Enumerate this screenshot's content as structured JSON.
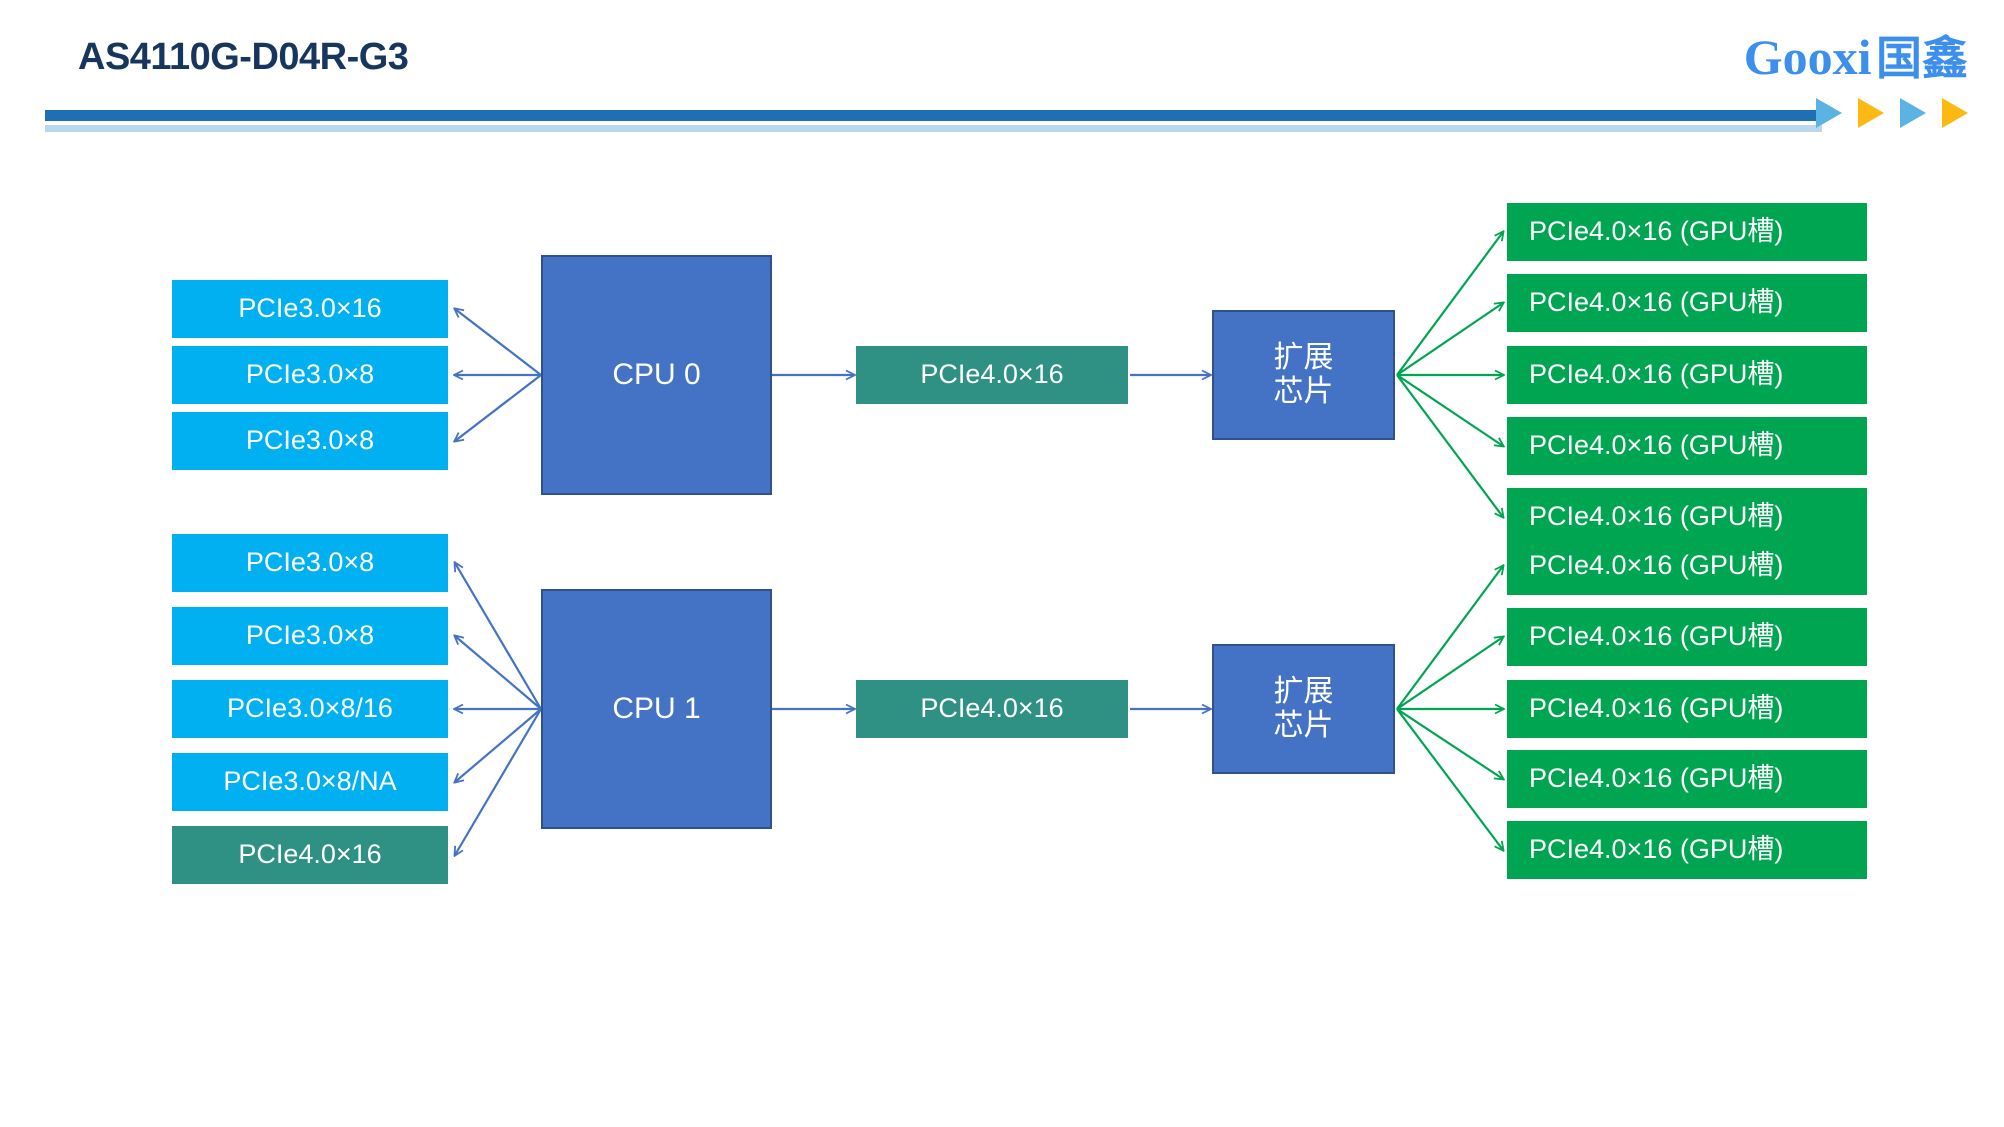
{
  "header": {
    "title": "AS4110G-D04R-G3",
    "logo_text": "Gooxi",
    "logo_cn": "国鑫",
    "accent_blue": "#1F6FB5",
    "accent_amber": "#FDB913",
    "arrows": [
      "blue",
      "amber",
      "blue",
      "amber"
    ]
  },
  "colors": {
    "cyan": "#00B0F0",
    "teal": "#2E9183",
    "green": "#00A551",
    "cpu_blue": "#4472C4",
    "cpu_border": "#2F528F",
    "arrow_blue": "#4472C4",
    "arrow_green": "#00A551",
    "title_navy": "#17365D"
  },
  "diagram": {
    "type": "block-diagram",
    "groups": [
      {
        "id": "cpu0-group",
        "cpu": {
          "label": "CPU 0"
        },
        "left_slots": [
          {
            "label": "PCIe3.0×16",
            "color": "cyan"
          },
          {
            "label": "PCIe3.0×8",
            "color": "cyan"
          },
          {
            "label": "PCIe3.0×8",
            "color": "cyan"
          }
        ],
        "uplink": {
          "label": "PCIe4.0×16",
          "color": "teal"
        },
        "switch": {
          "line1": "扩展",
          "line2": "芯片"
        },
        "gpu_slots": [
          {
            "label": "PCIe4.0×16 (GPU槽)",
            "color": "green"
          },
          {
            "label": "PCIe4.0×16 (GPU槽)",
            "color": "green"
          },
          {
            "label": "PCIe4.0×16 (GPU槽)",
            "color": "green"
          },
          {
            "label": "PCIe4.0×16 (GPU槽)",
            "color": "green"
          },
          {
            "label": "PCIe4.0×16 (GPU槽)",
            "color": "green"
          }
        ]
      },
      {
        "id": "cpu1-group",
        "cpu": {
          "label": "CPU 1"
        },
        "left_slots": [
          {
            "label": "PCIe3.0×8",
            "color": "cyan"
          },
          {
            "label": "PCIe3.0×8",
            "color": "cyan"
          },
          {
            "label": "PCIe3.0×8/16",
            "color": "cyan"
          },
          {
            "label": "PCIe3.0×8/NA",
            "color": "cyan"
          },
          {
            "label": "PCIe4.0×16",
            "color": "teal"
          }
        ],
        "uplink": {
          "label": "PCIe4.0×16",
          "color": "teal"
        },
        "switch": {
          "line1": "扩展",
          "line2": "芯片"
        },
        "gpu_slots": [
          {
            "label": "PCIe4.0×16 (GPU槽)",
            "color": "green"
          },
          {
            "label": "PCIe4.0×16 (GPU槽)",
            "color": "green"
          },
          {
            "label": "PCIe4.0×16 (GPU槽)",
            "color": "green"
          },
          {
            "label": "PCIe4.0×16 (GPU槽)",
            "color": "green"
          },
          {
            "label": "PCIe4.0×16 (GPU槽)",
            "color": "green"
          }
        ]
      }
    ]
  }
}
